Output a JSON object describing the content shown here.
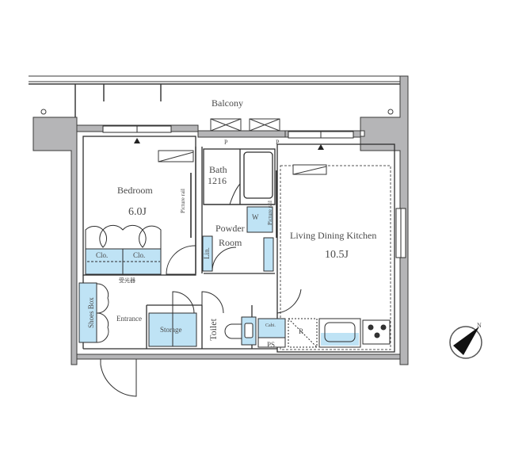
{
  "plan": {
    "colors": {
      "wall_fill": "#b5b5b7",
      "wall_stroke": "#3a3a3a",
      "fixture_blue": "#bfe3f5",
      "line": "#2e2e2e",
      "text": "#4a4a4a"
    },
    "rooms": {
      "balcony": "Balcony",
      "bedroom": {
        "name": "Bedroom",
        "size": "6.0J"
      },
      "bath": {
        "name": "Bath",
        "size": "1216"
      },
      "powder_room": {
        "line1": "Powder",
        "line2": "Room"
      },
      "ldk": {
        "name": "Living Dining Kitchen",
        "size": "10.5J"
      },
      "entrance": "Entrance",
      "storage": "Storage",
      "toilet": "Toilet"
    },
    "fixtures": {
      "closet_1": "Clo.",
      "closet_2": "Clo.",
      "shoe_box": "Shoes Box",
      "linen": "Lin.",
      "washer": "W",
      "ps": "PS",
      "refrigerator": "R",
      "picture_rail_1": "Picture rail",
      "picture_rail_2": "Picture rail",
      "meter_label": "受光器",
      "pipe_1": "P",
      "pipe_2": "P",
      "counter": "Cabi."
    },
    "compass": {
      "label": "N"
    }
  }
}
